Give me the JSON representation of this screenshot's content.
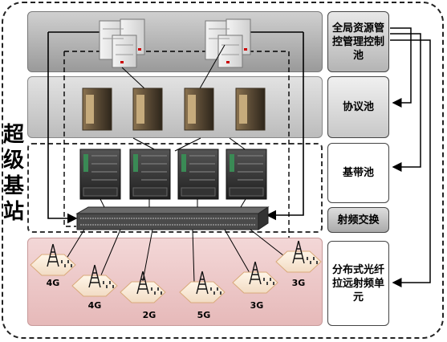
{
  "title_vertical": "超级基站",
  "layers": {
    "global_pool": {
      "label": "全局资源管控管理控制池"
    },
    "protocol_pool": {
      "label": "协议池"
    },
    "baseband_pool": {
      "label": "基带池"
    },
    "rf_switch": {
      "label": "射频交换"
    },
    "remote_unit": {
      "label": "分布式光纤拉远射频单元"
    }
  },
  "stations": [
    {
      "band": "4G"
    },
    {
      "band": "4G"
    },
    {
      "band": "2G"
    },
    {
      "band": "5G"
    },
    {
      "band": "3G"
    },
    {
      "band": "3G"
    }
  ],
  "colors": {
    "pool_top": "#b0b0b0",
    "pool_mid": "#cccccc",
    "rf_area": "#ecc6c6",
    "frame": "#222222"
  }
}
